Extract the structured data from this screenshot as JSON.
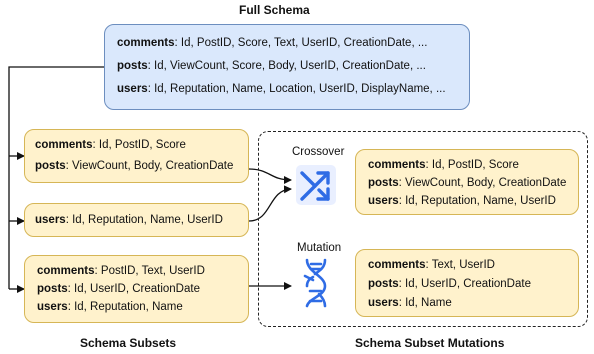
{
  "titles": {
    "full_schema": "Full Schema",
    "schema_subsets": "Schema Subsets",
    "schema_subset_mutations": "Schema Subset Mutations"
  },
  "full_schema": {
    "comments": {
      "table": "comments",
      "columns": ": Id, PostID, Score, Text, UserID, CreationDate, ..."
    },
    "posts": {
      "table": "posts",
      "columns": ": Id, ViewCount, Score, Body, UserID, CreationDate, ..."
    },
    "users": {
      "table": "users",
      "columns": ": Id, Reputation, Name, Location, UserID, DisplayName, ..."
    }
  },
  "subset_a": {
    "comments": {
      "table": "comments",
      "columns": ": Id, PostID, Score"
    },
    "posts": {
      "table": "posts",
      "columns": ": ViewCount, Body, CreationDate"
    }
  },
  "subset_b": {
    "users": {
      "table": "users",
      "columns": ": Id, Reputation, Name, UserID"
    }
  },
  "subset_c": {
    "comments": {
      "table": "comments",
      "columns": ": PostID, Text, UserID"
    },
    "posts": {
      "table": "posts",
      "columns": ": Id, UserID, CreationDate"
    },
    "users": {
      "table": "users",
      "columns": ": Id, Reputation, Name"
    }
  },
  "crossover_result": {
    "comments": {
      "table": "comments",
      "columns": ": Id, PostID, Score"
    },
    "posts": {
      "table": "posts",
      "columns": ": ViewCount, Body, CreationDate"
    },
    "users": {
      "table": "users",
      "columns": ": Id, Reputation, Name, UserID"
    }
  },
  "mutation_result": {
    "comments": {
      "table": "comments",
      "columns": ": Text, UserID"
    },
    "posts": {
      "table": "posts",
      "columns": ": Id, UserID, CreationDate"
    },
    "users": {
      "table": "users",
      "columns": ": Id, Name"
    }
  },
  "operations": {
    "crossover": "Crossover",
    "mutation": "Mutation"
  },
  "colors": {
    "full_schema_fill": "#dae8fc",
    "subset_fill": "#fff2cc",
    "icon_blue": "#2f6ce5"
  },
  "icons": [
    "crossover-icon",
    "dna-mutation-icon"
  ]
}
